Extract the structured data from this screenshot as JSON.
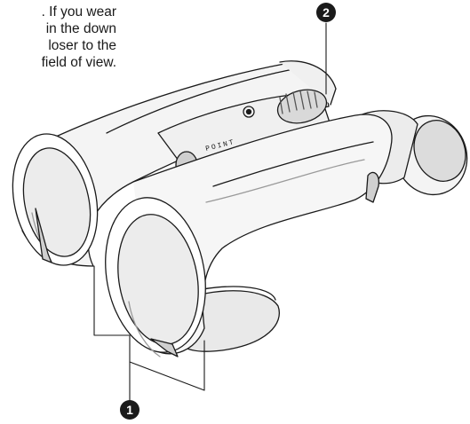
{
  "instructions": {
    "lines": [
      ". If you wear",
      "in the down",
      "loser to the",
      "field of view."
    ]
  },
  "callouts": [
    {
      "number": "1",
      "target": "objective lenses"
    },
    {
      "number": "2",
      "target": "focus wheel"
    }
  ],
  "product": {
    "brand_label": "POINT"
  },
  "colors": {
    "line": "#1a1a1a",
    "badge": "#1a1a1a",
    "shading": "#d9d9d9",
    "shading_dark": "#9a9a9a"
  }
}
